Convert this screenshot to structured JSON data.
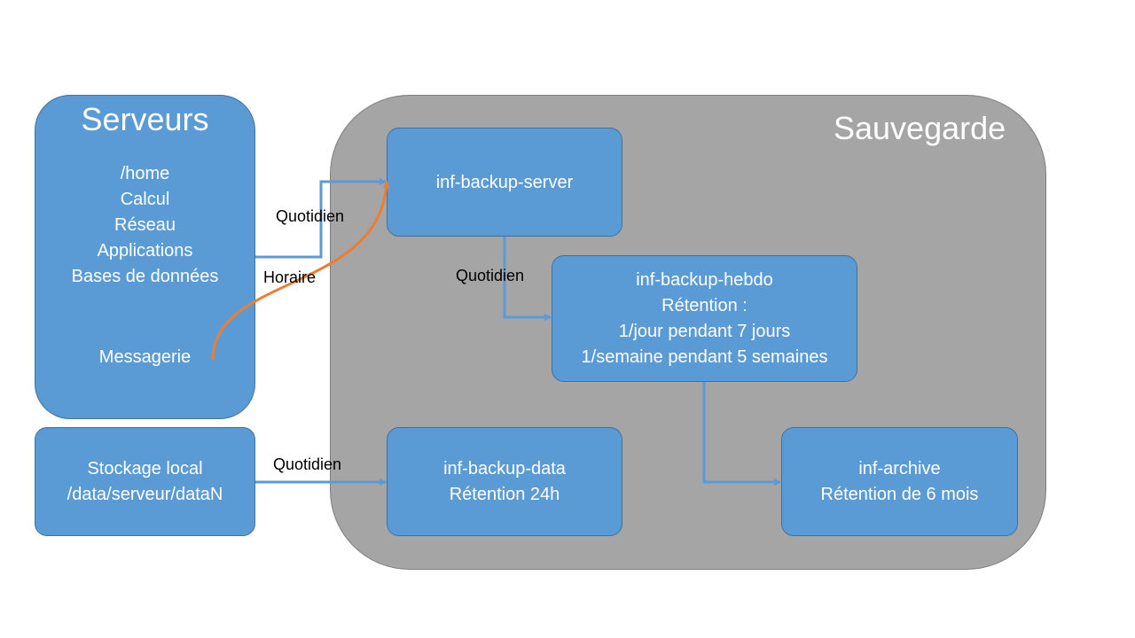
{
  "servers": {
    "title": "Serveurs",
    "items": [
      "/home",
      "Calcul",
      "Réseau",
      "Applications",
      "Bases de données"
    ],
    "messaging": "Messagerie"
  },
  "local_storage": {
    "lines": [
      "Stockage local",
      "/data/serveur/dataN"
    ]
  },
  "backup_group": {
    "title": "Sauvegarde"
  },
  "backup_server": {
    "label": "inf-backup-server"
  },
  "backup_hebdo": {
    "lines": [
      "inf-backup-hebdo",
      "Rétention :",
      "1/jour pendant 7 jours",
      "1/semaine pendant 5 semaines"
    ]
  },
  "backup_data": {
    "lines": [
      "inf-backup-data",
      "Rétention 24h"
    ]
  },
  "archive": {
    "lines": [
      "inf-archive",
      "Rétention de 6 mois"
    ]
  },
  "edges": {
    "servers_to_backup": "Quotidien",
    "messaging_to_backup": "Horaire",
    "backup_to_hebdo": "Quotidien",
    "storage_to_data": "Quotidien"
  },
  "colors": {
    "box_fill": "#5b9bd5",
    "container_fill": "#a5a5a5",
    "blue_arrow": "#5b9bd5",
    "orange_arrow": "#ed7d31"
  }
}
